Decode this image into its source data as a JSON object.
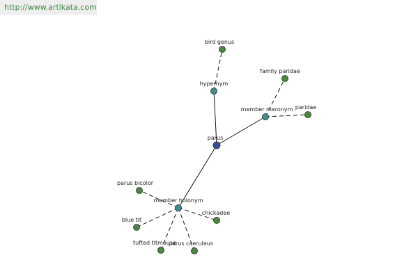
{
  "url": "http://www.artikata.com",
  "colors": {
    "center": "#3b4f9c",
    "relation": "#3f8f8f",
    "leaf": "#4a8a3e",
    "stroke": "#1f2d1f",
    "edge": "#111111"
  },
  "nodes": [
    {
      "id": "parus",
      "label": "parus",
      "kind": "center"
    },
    {
      "id": "hypernym",
      "label": "hypernym",
      "kind": "relation"
    },
    {
      "id": "member-meronym",
      "label": "member meronym",
      "kind": "relation"
    },
    {
      "id": "member-holonym",
      "label": "member holonym",
      "kind": "relation"
    },
    {
      "id": "bird-genus",
      "label": "bird genus",
      "kind": "leaf"
    },
    {
      "id": "family-paridae",
      "label": "family paridae",
      "kind": "leaf"
    },
    {
      "id": "paridae",
      "label": "paridae",
      "kind": "leaf"
    },
    {
      "id": "parus-bicolor",
      "label": "parus bicolor",
      "kind": "leaf"
    },
    {
      "id": "chickadee",
      "label": "chickadee",
      "kind": "leaf"
    },
    {
      "id": "blue-tit",
      "label": "blue tit",
      "kind": "leaf"
    },
    {
      "id": "tufted-titmouse",
      "label": "tufted titmouse",
      "kind": "leaf"
    },
    {
      "id": "parus-caeruleus",
      "label": "parus caeruleus",
      "kind": "leaf"
    }
  ],
  "edges": [
    {
      "from": "parus",
      "to": "hypernym",
      "style": "solid"
    },
    {
      "from": "parus",
      "to": "member-meronym",
      "style": "solid"
    },
    {
      "from": "parus",
      "to": "member-holonym",
      "style": "solid"
    },
    {
      "from": "hypernym",
      "to": "bird-genus",
      "style": "dashed"
    },
    {
      "from": "member-meronym",
      "to": "family-paridae",
      "style": "dashed"
    },
    {
      "from": "member-meronym",
      "to": "paridae",
      "style": "dashed"
    },
    {
      "from": "member-holonym",
      "to": "parus-bicolor",
      "style": "dashed"
    },
    {
      "from": "member-holonym",
      "to": "chickadee",
      "style": "dashed"
    },
    {
      "from": "member-holonym",
      "to": "blue-tit",
      "style": "dashed"
    },
    {
      "from": "member-holonym",
      "to": "tufted-titmouse",
      "style": "dashed"
    },
    {
      "from": "member-holonym",
      "to": "parus-caeruleus",
      "style": "dashed"
    }
  ]
}
